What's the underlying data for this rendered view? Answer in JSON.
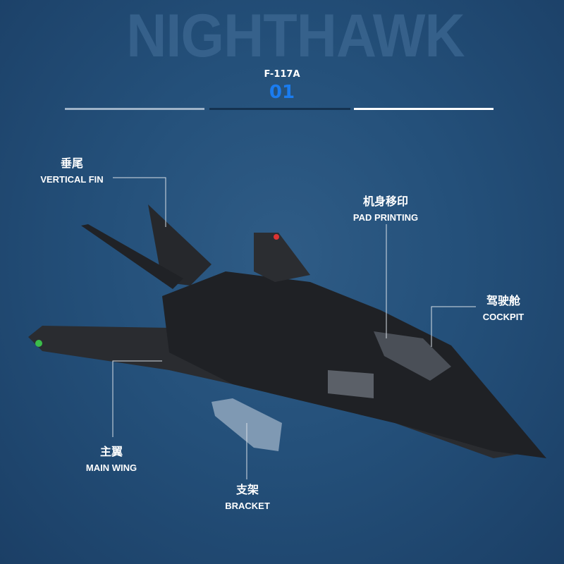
{
  "header": {
    "background_title": "NIGHTHAWK",
    "model": "F-117A",
    "number": "01",
    "accent_color": "#1a7cf0"
  },
  "callouts": [
    {
      "cn": "垂尾",
      "en": "VERTICAL FIN"
    },
    {
      "cn": "机身移印",
      "en": "PAD PRINTING"
    },
    {
      "cn": "驾驶舱",
      "en": "COCKPIT"
    },
    {
      "cn": "主翼",
      "en": "MAIN WING"
    },
    {
      "cn": "支架",
      "en": "BRACKET"
    }
  ]
}
